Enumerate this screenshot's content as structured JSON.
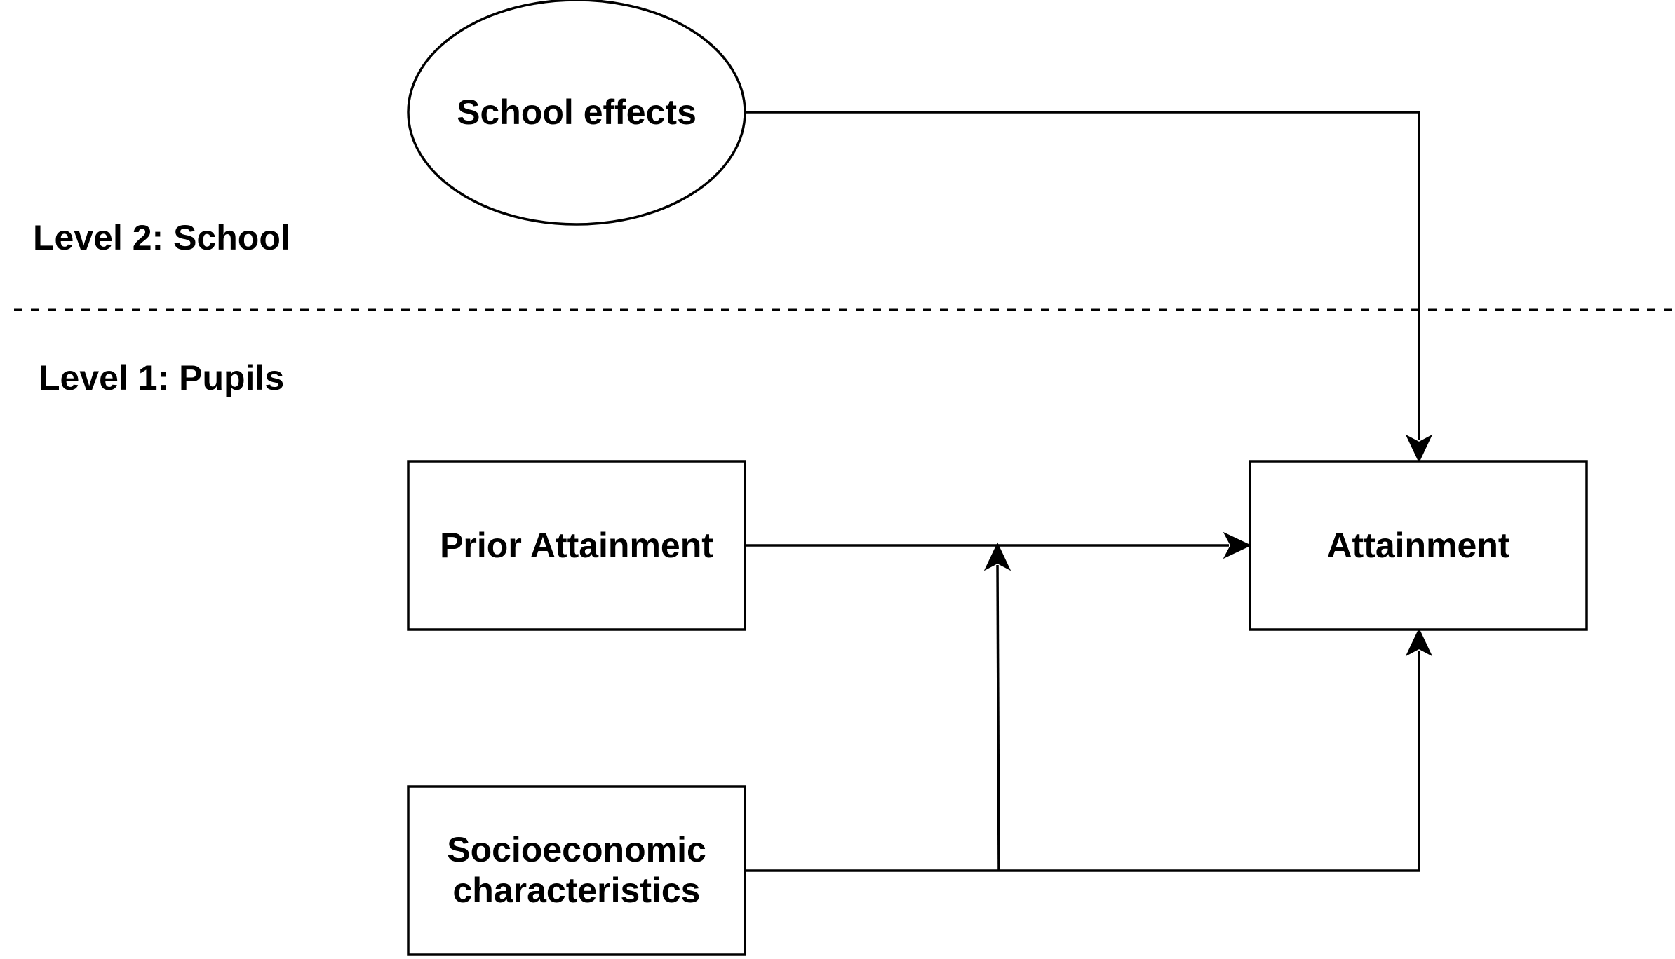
{
  "levels": {
    "level2": "Level 2: School",
    "level1": "Level 1: Pupils"
  },
  "nodes": {
    "school_effects": "School effects",
    "prior_attainment": "Prior Attainment",
    "attainment": "Attainment",
    "socioeconomic_line1": "Socioeconomic",
    "socioeconomic_line2": "characteristics"
  },
  "edges": [
    {
      "from": "School effects",
      "to": "Attainment"
    },
    {
      "from": "Prior Attainment",
      "to": "Attainment"
    },
    {
      "from": "Socioeconomic characteristics",
      "to": "Attainment"
    },
    {
      "from": "Socioeconomic characteristics",
      "to": "Prior Attainment → Attainment"
    }
  ],
  "colors": {
    "stroke": "#000000",
    "background": "#ffffff"
  }
}
